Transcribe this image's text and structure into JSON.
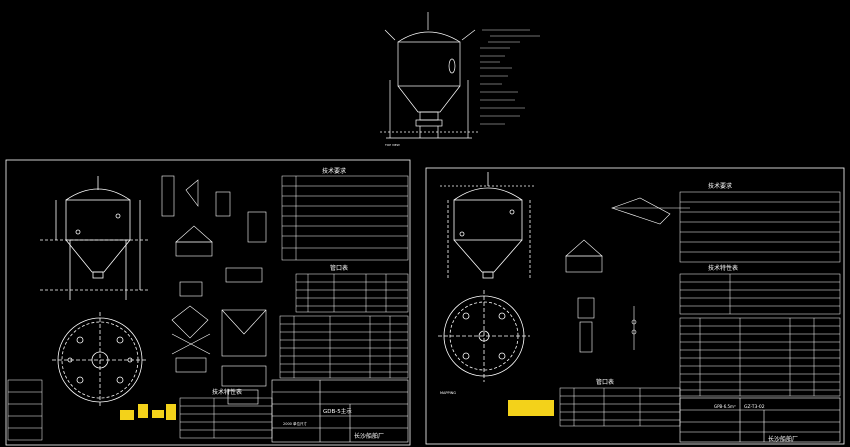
{
  "colors": {
    "background": "#000000",
    "linework": "#ffffff",
    "dim": "#d8d8d8",
    "title_block_highlight": "#f3d21a"
  },
  "sheets": {
    "top": {
      "caption": "TOP VIEW"
    },
    "left": {
      "tech_req_title": "技术要求",
      "nozzle_table_title": "管口表",
      "spec_table_title": "技术特性表",
      "drawing_title": "GDB-5主示",
      "company": "长沙船舶厂",
      "scale": "2000 单位尺寸"
    },
    "right": {
      "tech_req_title": "技术要求",
      "spec_table_title": "技术特性表",
      "nozzle_table_title": "管口表",
      "drawing_no": "GZ-T3-02",
      "company": "长沙船舶厂",
      "label_bottom": "MAPPING",
      "drawing_code": "GPB-6.5m³"
    }
  }
}
